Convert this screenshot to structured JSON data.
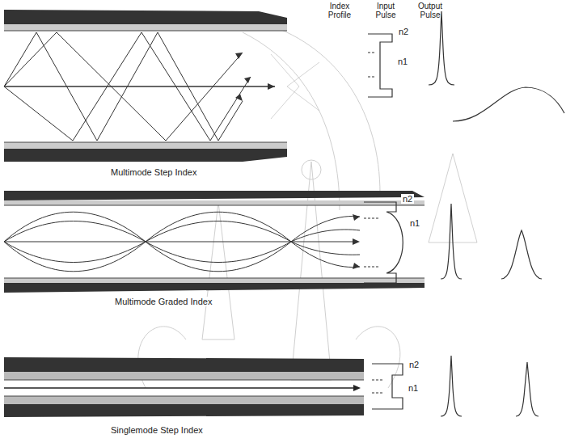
{
  "diagram": {
    "labels": [
      "Index Profile",
      "Input Pulse",
      "Output Pulse",
      "n2",
      "n1",
      "Multimode Step Index",
      "n2",
      "n1",
      "Multimode Graded Index",
      "n2",
      "n1",
      "Singlemode Step Index"
    ]
  }
}
